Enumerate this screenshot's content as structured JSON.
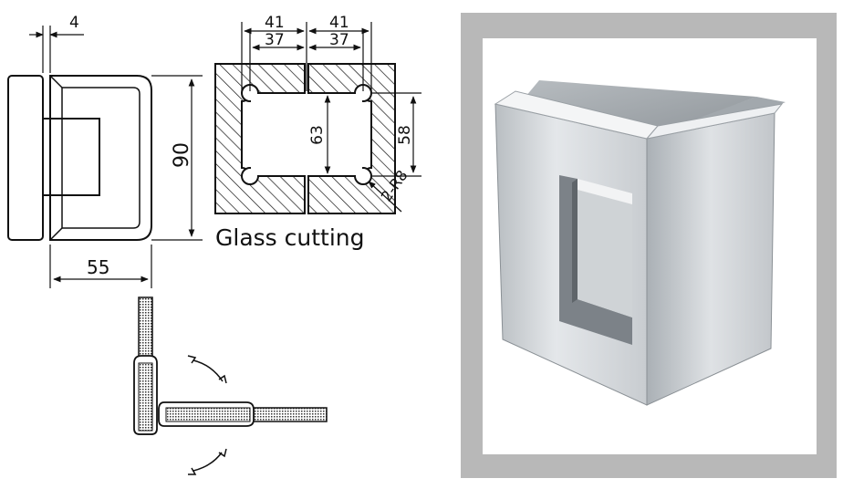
{
  "dimensions": {
    "gap_top": "4",
    "height_left": "90",
    "width_bottom": "55",
    "outer_left": "41",
    "inner_left": "37",
    "outer_right": "41",
    "inner_right": "37",
    "cut_height_left": "63",
    "cut_height_right": "58",
    "radius_note": "2-R8"
  },
  "caption": "Glass cutting",
  "colors": {
    "line": "#111111",
    "frame_gray": "#b8b8b8",
    "metal_light": "#d9dde0",
    "metal_dark": "#8d9398"
  },
  "icons": [
    "rotate-arrow-icon",
    "rotate-arrow-icon"
  ]
}
